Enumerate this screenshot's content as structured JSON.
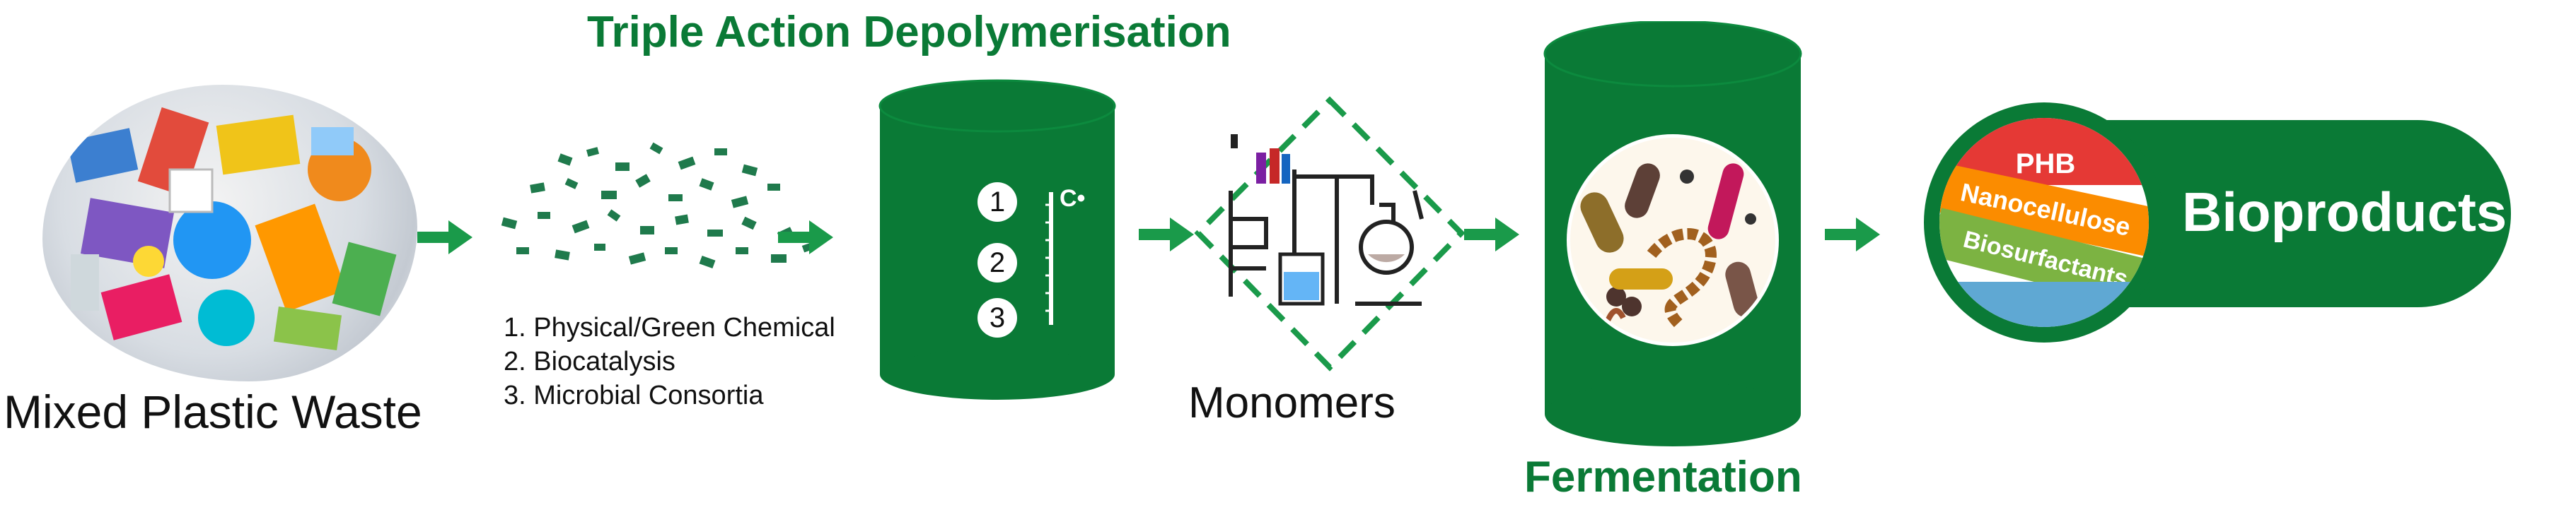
{
  "title": "Triple Action Depolymerisation",
  "labels": {
    "mixed_plastic_waste": "Mixed Plastic Waste",
    "monomers": "Monomers",
    "fermentation": "Fermentation",
    "bioproducts": "Bioproducts",
    "carbon_marker": "C•"
  },
  "steps": [
    "1. Physical/Green Chemical",
    "2. Biocatalysis",
    "3. Microbial Consortia"
  ],
  "reactor_numbers": [
    "1",
    "2",
    "3"
  ],
  "bioproduct_layers": [
    "PHB",
    "Nanocellulose",
    "Biosurfactants"
  ],
  "colors": {
    "brand_green": "#0a7a36",
    "arrow_green": "#1a9a4a",
    "text_dark": "#111111"
  },
  "icons": [
    "arrow-right-icon",
    "lab-equipment-icon",
    "bacteria-icon",
    "plastic-waste-image",
    "fragments-icon"
  ]
}
